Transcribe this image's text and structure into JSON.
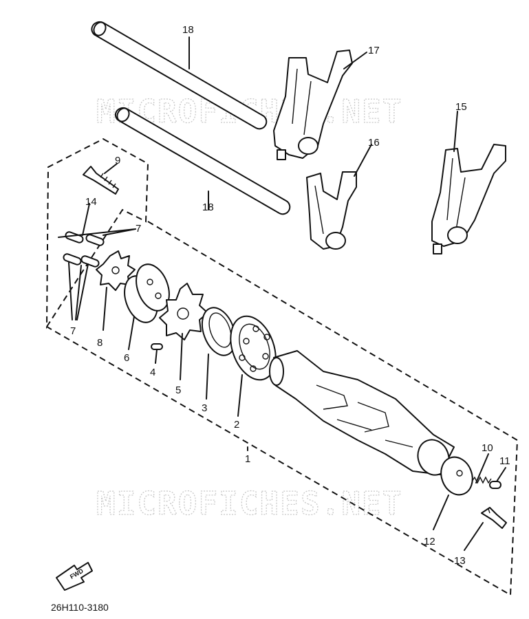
{
  "watermark": {
    "text": "MICROFICHES.NET"
  },
  "part_code": "26H110-3180",
  "fwd_label": "FWD",
  "callouts": [
    "18",
    "17",
    "15",
    "16",
    "9",
    "14",
    "7",
    "8",
    "6",
    "5",
    "4",
    "3",
    "2",
    "1",
    "10",
    "11",
    "12",
    "13",
    "18",
    "7"
  ]
}
